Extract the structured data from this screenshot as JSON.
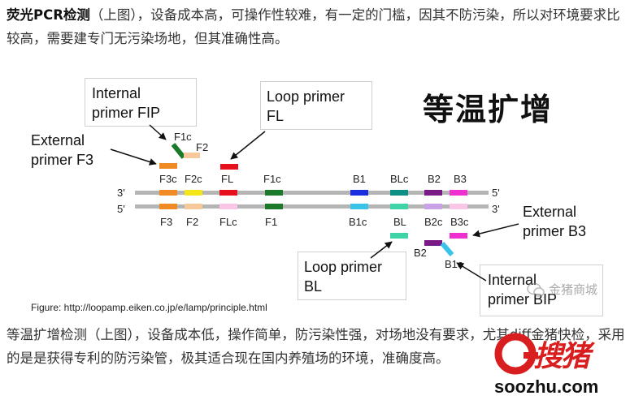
{
  "para1": {
    "bold": "荧光PCR检测",
    "text": "（上图），设备成本高，可操作性较难，有一定的门槛，因其不防污染，所以对环境要求比较高，需要建专门无污染场地，但其准确性高。"
  },
  "para2": {
    "text": "等温扩增检测（上图），设备成本低，操作简单，防污染性强，对场地没有要求，尤其diff金猪快检，采用的是是获得专利的防污染管，极其适合现在国内养殖场的环境，准确度高。"
  },
  "figure": {
    "title": "等温扩增",
    "caption": "Figure: http://loopamp.eiken.co.jp/e/lamp/principle.html",
    "labels": {
      "internal_fip": [
        "Internal",
        "primer FIP"
      ],
      "loop_fl": [
        "Loop primer",
        "FL"
      ],
      "external_f3": [
        "External",
        "primer F3"
      ],
      "external_b3": [
        "External",
        "primer B3"
      ],
      "loop_bl": [
        "Loop primer",
        "BL"
      ],
      "internal_bip": [
        "Internal",
        "primer BIP"
      ]
    },
    "strand_ends": {
      "top_left": "3'",
      "top_right": "5'",
      "bottom_left": "5'",
      "bottom_right": "3'"
    },
    "top_ticks": [
      "F3c",
      "F2c",
      "FL",
      "F1c",
      "B1",
      "BLc",
      "B2",
      "B3"
    ],
    "bottom_ticks": [
      "F3",
      "F2",
      "FLc",
      "F1",
      "B1c",
      "BL",
      "B2c",
      "B3c"
    ],
    "primer_labels": {
      "f1c": "F1c",
      "f2": "F2",
      "b2": "B2",
      "b1c": "B1c"
    }
  },
  "watermark": {
    "wechat": "金猪商城",
    "brand_cn": "搜猪",
    "site": "soozhu.com"
  },
  "colors": {
    "orange": "#f08a24",
    "yellow": "#f5e61a",
    "red": "#e8101c",
    "green": "#1a7a2a",
    "blue": "#1a2ee0",
    "teal": "#0e8f86",
    "purple": "#7a1a86",
    "magenta": "#f02fd0",
    "peach": "#f6c89a",
    "pink": "#f9c6e8",
    "cyan": "#39c3e8",
    "mint": "#3fd4a8",
    "lilac": "#c9a2e8",
    "brand_red": "#d81e1e"
  }
}
